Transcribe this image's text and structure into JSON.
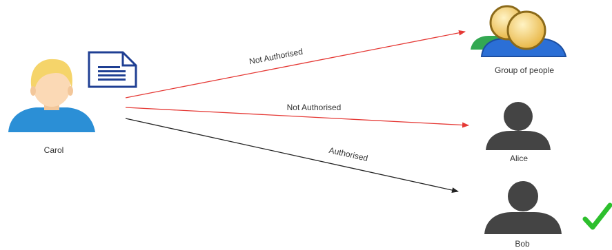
{
  "sender": {
    "name": "Carol"
  },
  "recipients": {
    "group": {
      "name": "Group of people"
    },
    "alice": {
      "name": "Alice"
    },
    "bob": {
      "name": "Bob"
    }
  },
  "edges": {
    "to_group": {
      "label": "Not Authorised",
      "color": "#e53935"
    },
    "to_alice": {
      "label": "Not Authorised",
      "color": "#e53935"
    },
    "to_bob": {
      "label": "Authorised",
      "color": "#222222"
    }
  },
  "colors": {
    "person_dark": "#444444",
    "carol_shirt": "#2b8fd6",
    "carol_hair": "#f5d46a",
    "skin": "#fbd9b5",
    "document": "#1f3f93",
    "check": "#2dbf2d"
  },
  "icons": {
    "document": "document-icon",
    "check": "checkmark-icon",
    "group": "group-icon"
  }
}
